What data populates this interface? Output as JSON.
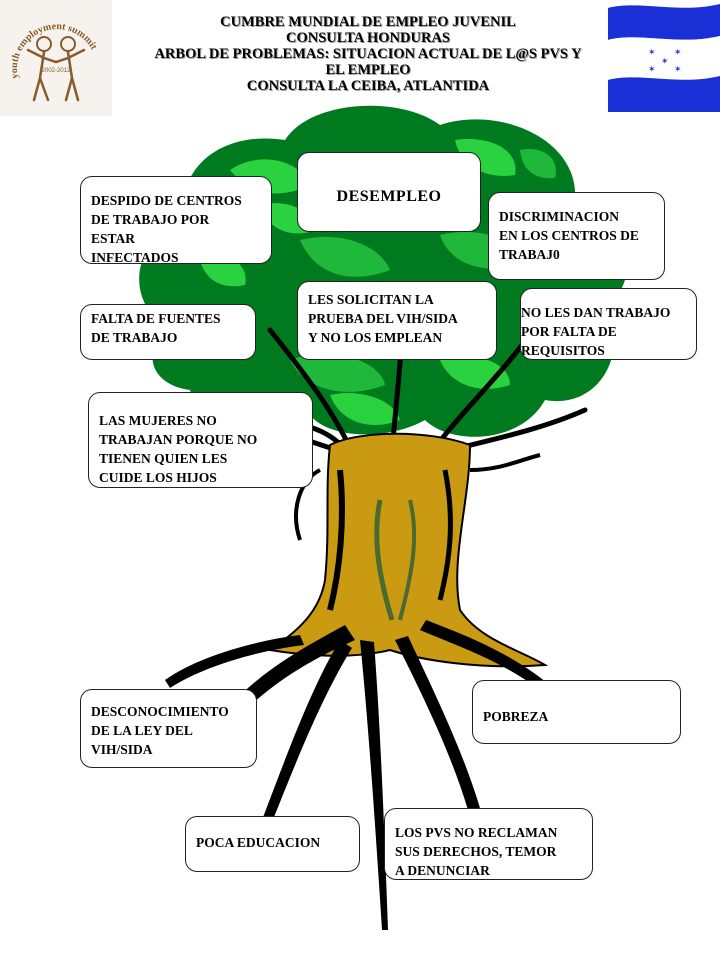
{
  "header": {
    "lines": [
      "CUMBRE MUNDIAL DE EMPLEO JUVENIL",
      "CONSULTA HONDURAS",
      "ARBOL DE PROBLEMAS: SITUACION ACTUAL DE L@S PVS Y",
      "EL EMPLEO",
      "CONSULTA LA CEIBA, ATLANTIDA"
    ]
  },
  "logo": {
    "arc_text": "youth employment summit",
    "years": "2002-2012",
    "icon": "two-dancing-figures-logo"
  },
  "flag": {
    "icon": "honduras-flag",
    "colors": {
      "stripe": "#1a2fd6",
      "field": "#ffffff",
      "stars": "#1a2fd6"
    }
  },
  "colors": {
    "leaf_dark": "#007a1e",
    "leaf_mid": "#1fb83a",
    "leaf_light": "#29d23e",
    "trunk": "#c99a12",
    "root": "#000000"
  },
  "tree": {
    "problem": "DESEMPLEO",
    "effects": [
      "DESPIDO DE CENTROS\nDE TRABAJO POR\nESTAR\nINFECTADOS",
      "DISCRIMINACION\nEN LOS CENTROS DE\nTRABAJ0",
      "FALTA DE FUENTES\nDE TRABAJO",
      "LES SOLICITAN LA\nPRUEBA DEL VIH/SIDA\nY NO LOS EMPLEAN",
      "NO LES DAN TRABAJO\n  POR FALTA DE\n  REQUISITOS",
      "LAS MUJERES NO\nTRABAJAN PORQUE NO\nTIENEN QUIEN LES\nCUIDE LOS HIJOS"
    ],
    "causes": [
      "DESCONOCIMIENTO\nDE LA LEY DEL\nVIH/SIDA",
      "POBREZA",
      "POCA EDUCACION",
      "LOS PVS NO RECLAMAN\nSUS DERECHOS, TEMOR\nA DENUNCIAR"
    ]
  }
}
